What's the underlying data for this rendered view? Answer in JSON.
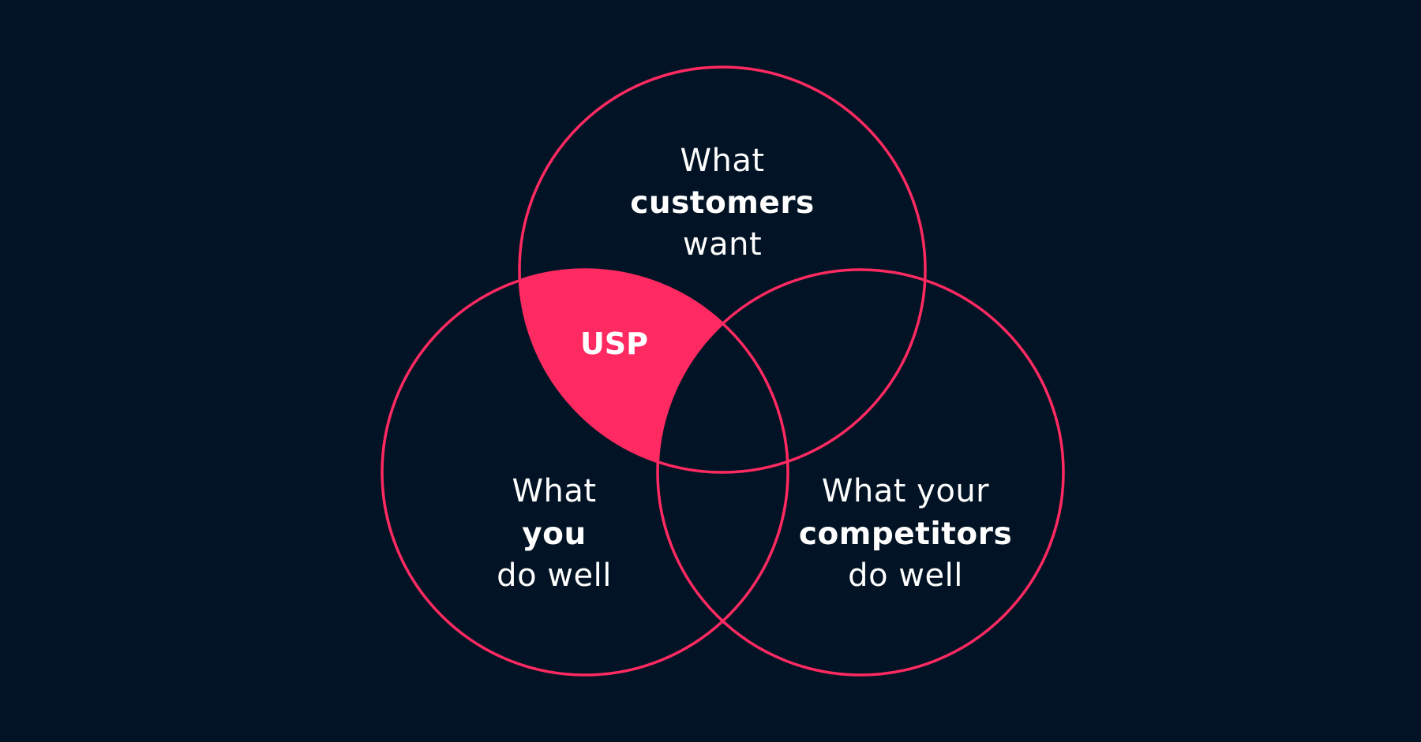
{
  "colors": {
    "background": "#011324",
    "accent": "#FF2A62",
    "text": "#FFFFFF"
  },
  "diagram": {
    "type": "venn-3",
    "circles": {
      "top": {
        "line1": "What",
        "line2_bold": "customers",
        "line3": "want"
      },
      "left": {
        "line1": "What",
        "line2_bold": "you",
        "line3": "do well"
      },
      "right": {
        "line1": "What your",
        "line2_bold": "competitors",
        "line3": "do well"
      }
    },
    "highlight": {
      "label": "USP",
      "region": "top-left intersection excluding right"
    }
  }
}
